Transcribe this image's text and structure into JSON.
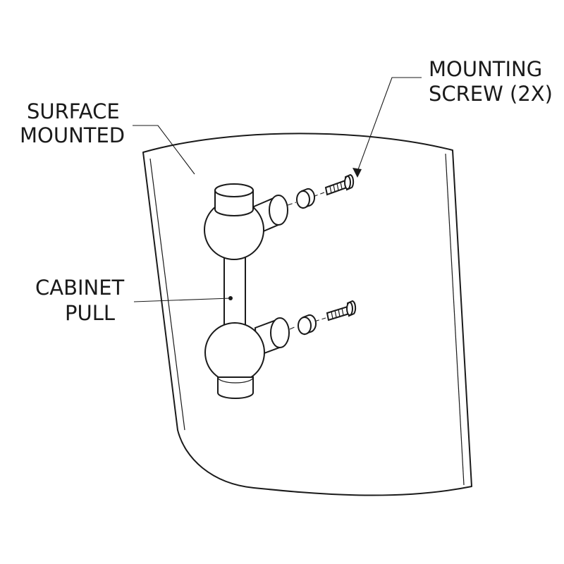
{
  "labels": {
    "surface_line1": "SURFACE",
    "surface_line2": "MOUNTED",
    "screw_line1": "MOUNTING",
    "screw_line2": "SCREW (2X)",
    "pull_line1": "CABINET",
    "pull_line2": "PULL"
  },
  "colors": {
    "ink": "#1a1a1a",
    "background": "#ffffff"
  }
}
